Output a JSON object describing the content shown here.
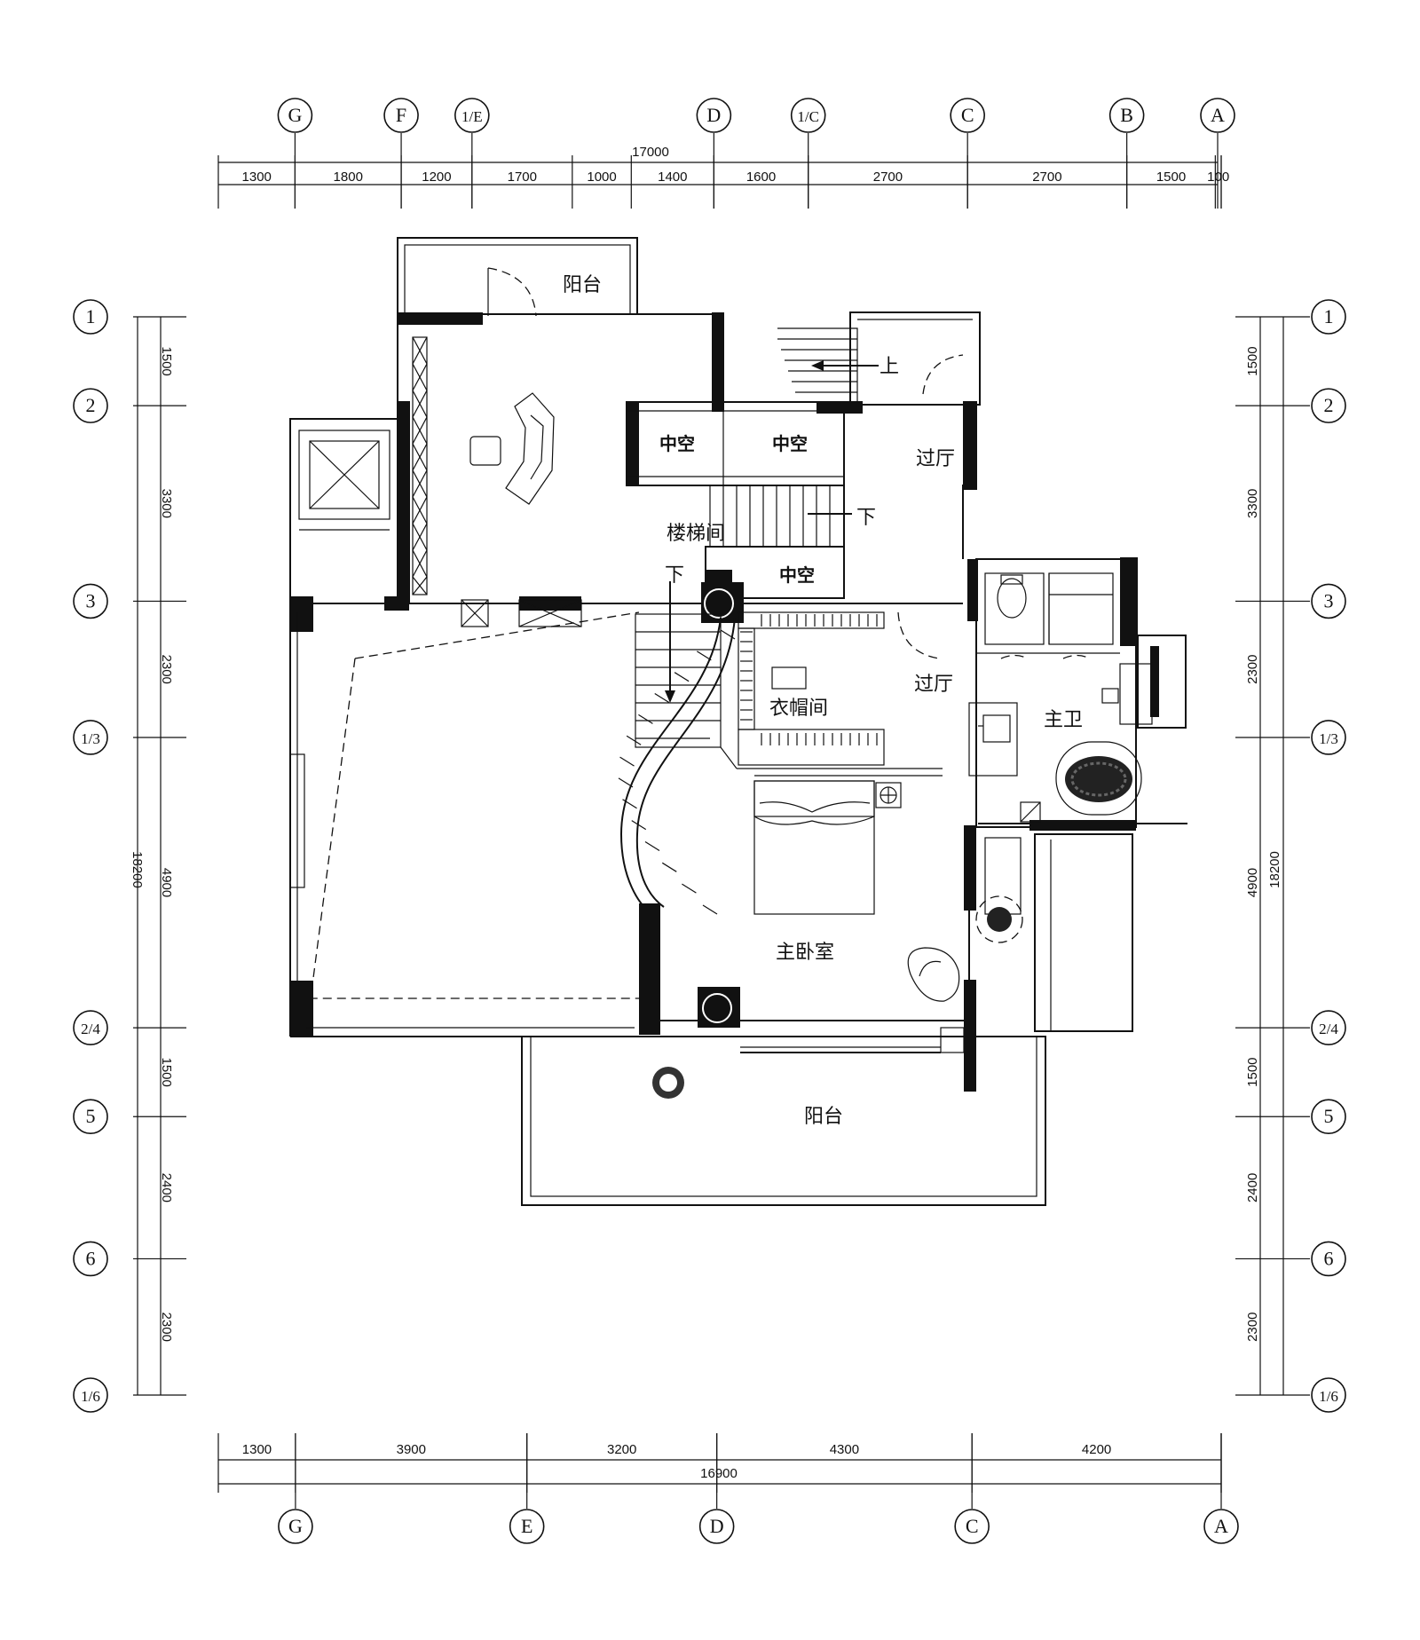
{
  "top_axes": [
    "G",
    "F",
    "1/E",
    "D",
    "1/C",
    "C",
    "B",
    "A"
  ],
  "top_total": "17000",
  "top_dims": [
    "1300",
    "1800",
    "1200",
    "1700",
    "1000",
    "1400",
    "1600",
    "2700",
    "2700",
    "1500",
    "100"
  ],
  "bottom_axes": [
    "G",
    "E",
    "D",
    "C",
    "A"
  ],
  "bottom_total": "16900",
  "bottom_dims": [
    "1300",
    "3900",
    "3200",
    "4300",
    "4200"
  ],
  "left_axes": [
    "1",
    "2",
    "3",
    "1/3",
    "2/4",
    "5",
    "6",
    "1/6"
  ],
  "left_total": "18200",
  "left_dims": [
    "1500",
    "3300",
    "2300",
    "4900",
    "1500",
    "2400",
    "2300"
  ],
  "right_axes": [
    "1",
    "2",
    "3",
    "1/3",
    "2/4",
    "5",
    "6",
    "1/6"
  ],
  "right_total": "18200",
  "right_dims": [
    "1500",
    "3300",
    "2300",
    "4900",
    "1500",
    "2400",
    "2300"
  ],
  "rooms": {
    "balcony_top": "阳台",
    "void_1": "中空",
    "void_2": "中空",
    "void_3": "中空",
    "hall_1": "过厅",
    "hall_2": "过厅",
    "stairwell": "楼梯间",
    "cloakroom": "衣帽间",
    "master_bath": "主卫",
    "master_bedroom": "主卧室",
    "balcony_bottom": "阳台"
  },
  "stairs": {
    "up": "上",
    "down_1": "下",
    "down_2": "下"
  }
}
